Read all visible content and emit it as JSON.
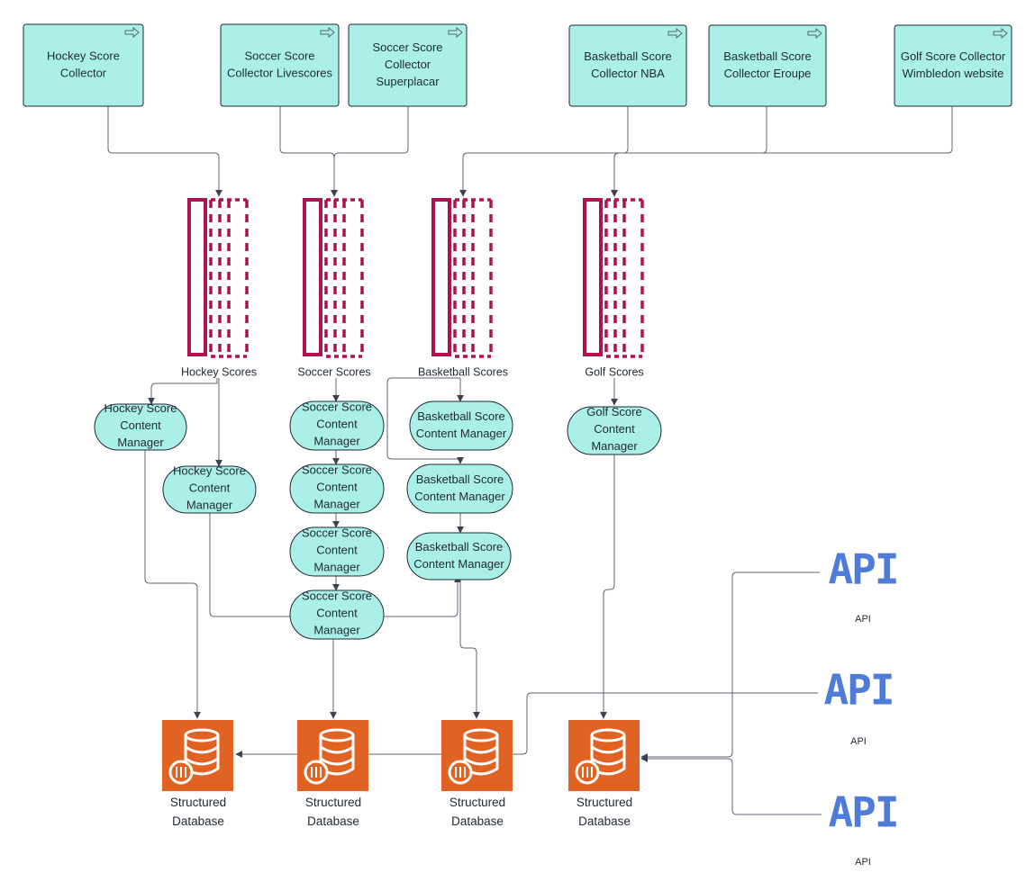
{
  "collectors": [
    {
      "lines": [
        "Hockey Score",
        "Collector"
      ]
    },
    {
      "lines": [
        "Soccer Score",
        "Collector Livescores"
      ]
    },
    {
      "lines": [
        "Soccer Score",
        "Collector",
        "Superplacar"
      ]
    },
    {
      "lines": [
        "Basketball Score",
        "Collector NBA"
      ]
    },
    {
      "lines": [
        "Basketball Score",
        "Collector Eroupe"
      ]
    },
    {
      "lines": [
        "Golf Score Collector",
        "Wimbledon website"
      ]
    }
  ],
  "queues": [
    {
      "label": "Hockey Scores"
    },
    {
      "label": "Soccer Scores"
    },
    {
      "label": "Basketball Scores"
    },
    {
      "label": "Golf Scores"
    }
  ],
  "content_managers": [
    {
      "lines": [
        "Hockey Score",
        "Content",
        "Manager"
      ]
    },
    {
      "lines": [
        "Hockey Score",
        "Content",
        "Manager"
      ]
    },
    {
      "lines": [
        "Soccer Score",
        "Content",
        "Manager"
      ]
    },
    {
      "lines": [
        "Soccer Score",
        "Content",
        "Manager"
      ]
    },
    {
      "lines": [
        "Soccer Score",
        "Content",
        "Manager"
      ]
    },
    {
      "lines": [
        "Soccer Score",
        "Content",
        "Manager"
      ]
    },
    {
      "lines": [
        "Basketball Score",
        "Content Manager"
      ]
    },
    {
      "lines": [
        "Basketball Score",
        "Content Manager"
      ]
    },
    {
      "lines": [
        "Basketball Score",
        "Content Manager"
      ]
    },
    {
      "lines": [
        "Golf Score",
        "Content",
        "Manager"
      ]
    }
  ],
  "databases": [
    {
      "lines": [
        "Structured",
        "Database"
      ]
    },
    {
      "lines": [
        "Structured",
        "Database"
      ]
    },
    {
      "lines": [
        "Structured",
        "Database"
      ]
    },
    {
      "lines": [
        "Structured",
        "Database"
      ]
    }
  ],
  "apis": [
    {
      "logo": "API",
      "label": "API"
    },
    {
      "logo": "API",
      "label": "API"
    },
    {
      "logo": "API",
      "label": "API"
    }
  ],
  "colors": {
    "collector_fill": "#aaf0e8",
    "queue_stroke": "#b0124e",
    "database_fill": "#e06324",
    "api_logo": "#4f7bd9"
  },
  "icons": {
    "collector_corner": "external-link-icon",
    "database": "database-icon",
    "api": "api-logo-icon"
  }
}
